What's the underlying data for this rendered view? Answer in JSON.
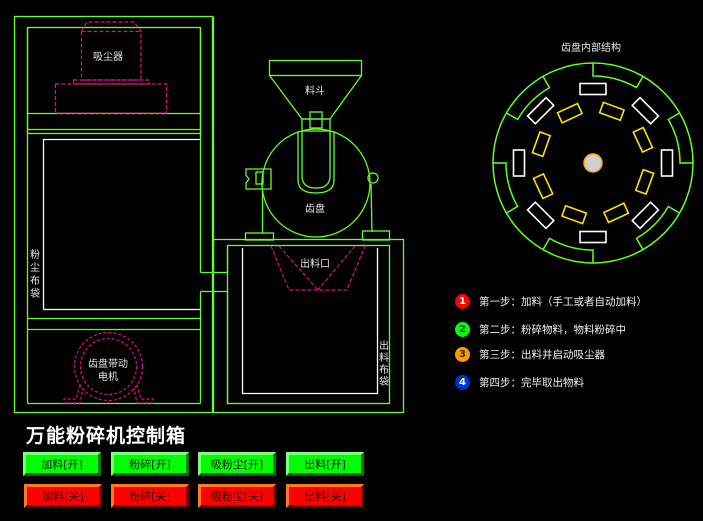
{
  "diagram": {
    "dust_collector_label": "吸尘器",
    "dust_bag_label": "粉尘布袋",
    "motor_label_line1": "齿盘带动",
    "motor_label_line2": "电机",
    "hopper_label": "料斗",
    "gear_disc_label": "齿盘",
    "outlet_label": "出料口",
    "output_bag_label": "出料布袋",
    "gear_structure_title": "齿盘内部结构"
  },
  "colors": {
    "frame_green": "#66ff22",
    "dashed_magenta": "#e0107f",
    "bag_white": "#ffffff",
    "blade_yellow": "#ffe000",
    "blade_white": "#ffffff",
    "hub_fill": "#d0d0d0",
    "hub_stroke": "#ffaa00"
  },
  "steps": [
    {
      "num": "1",
      "color": "#ff0000",
      "text": "第一步：加料（手工或者自动加料）"
    },
    {
      "num": "2",
      "color": "#00ff00",
      "text": "第二步：粉碎物料，物料粉碎中"
    },
    {
      "num": "3",
      "color": "#ff9900",
      "text": "第三步：出料并启动吸尘器"
    },
    {
      "num": "4",
      "color": "#0033cc",
      "text": "第四步：完毕取出物料"
    }
  ],
  "control_panel": {
    "title": "万能粉碎机控制箱",
    "on_buttons": [
      "加料[开]",
      "粉碎[开]",
      "吸粉尘[开]",
      "出料[开]"
    ],
    "off_buttons": [
      "加料[关]",
      "粉碎[关]",
      "吸粉尘[关]",
      "出料[关]"
    ]
  }
}
